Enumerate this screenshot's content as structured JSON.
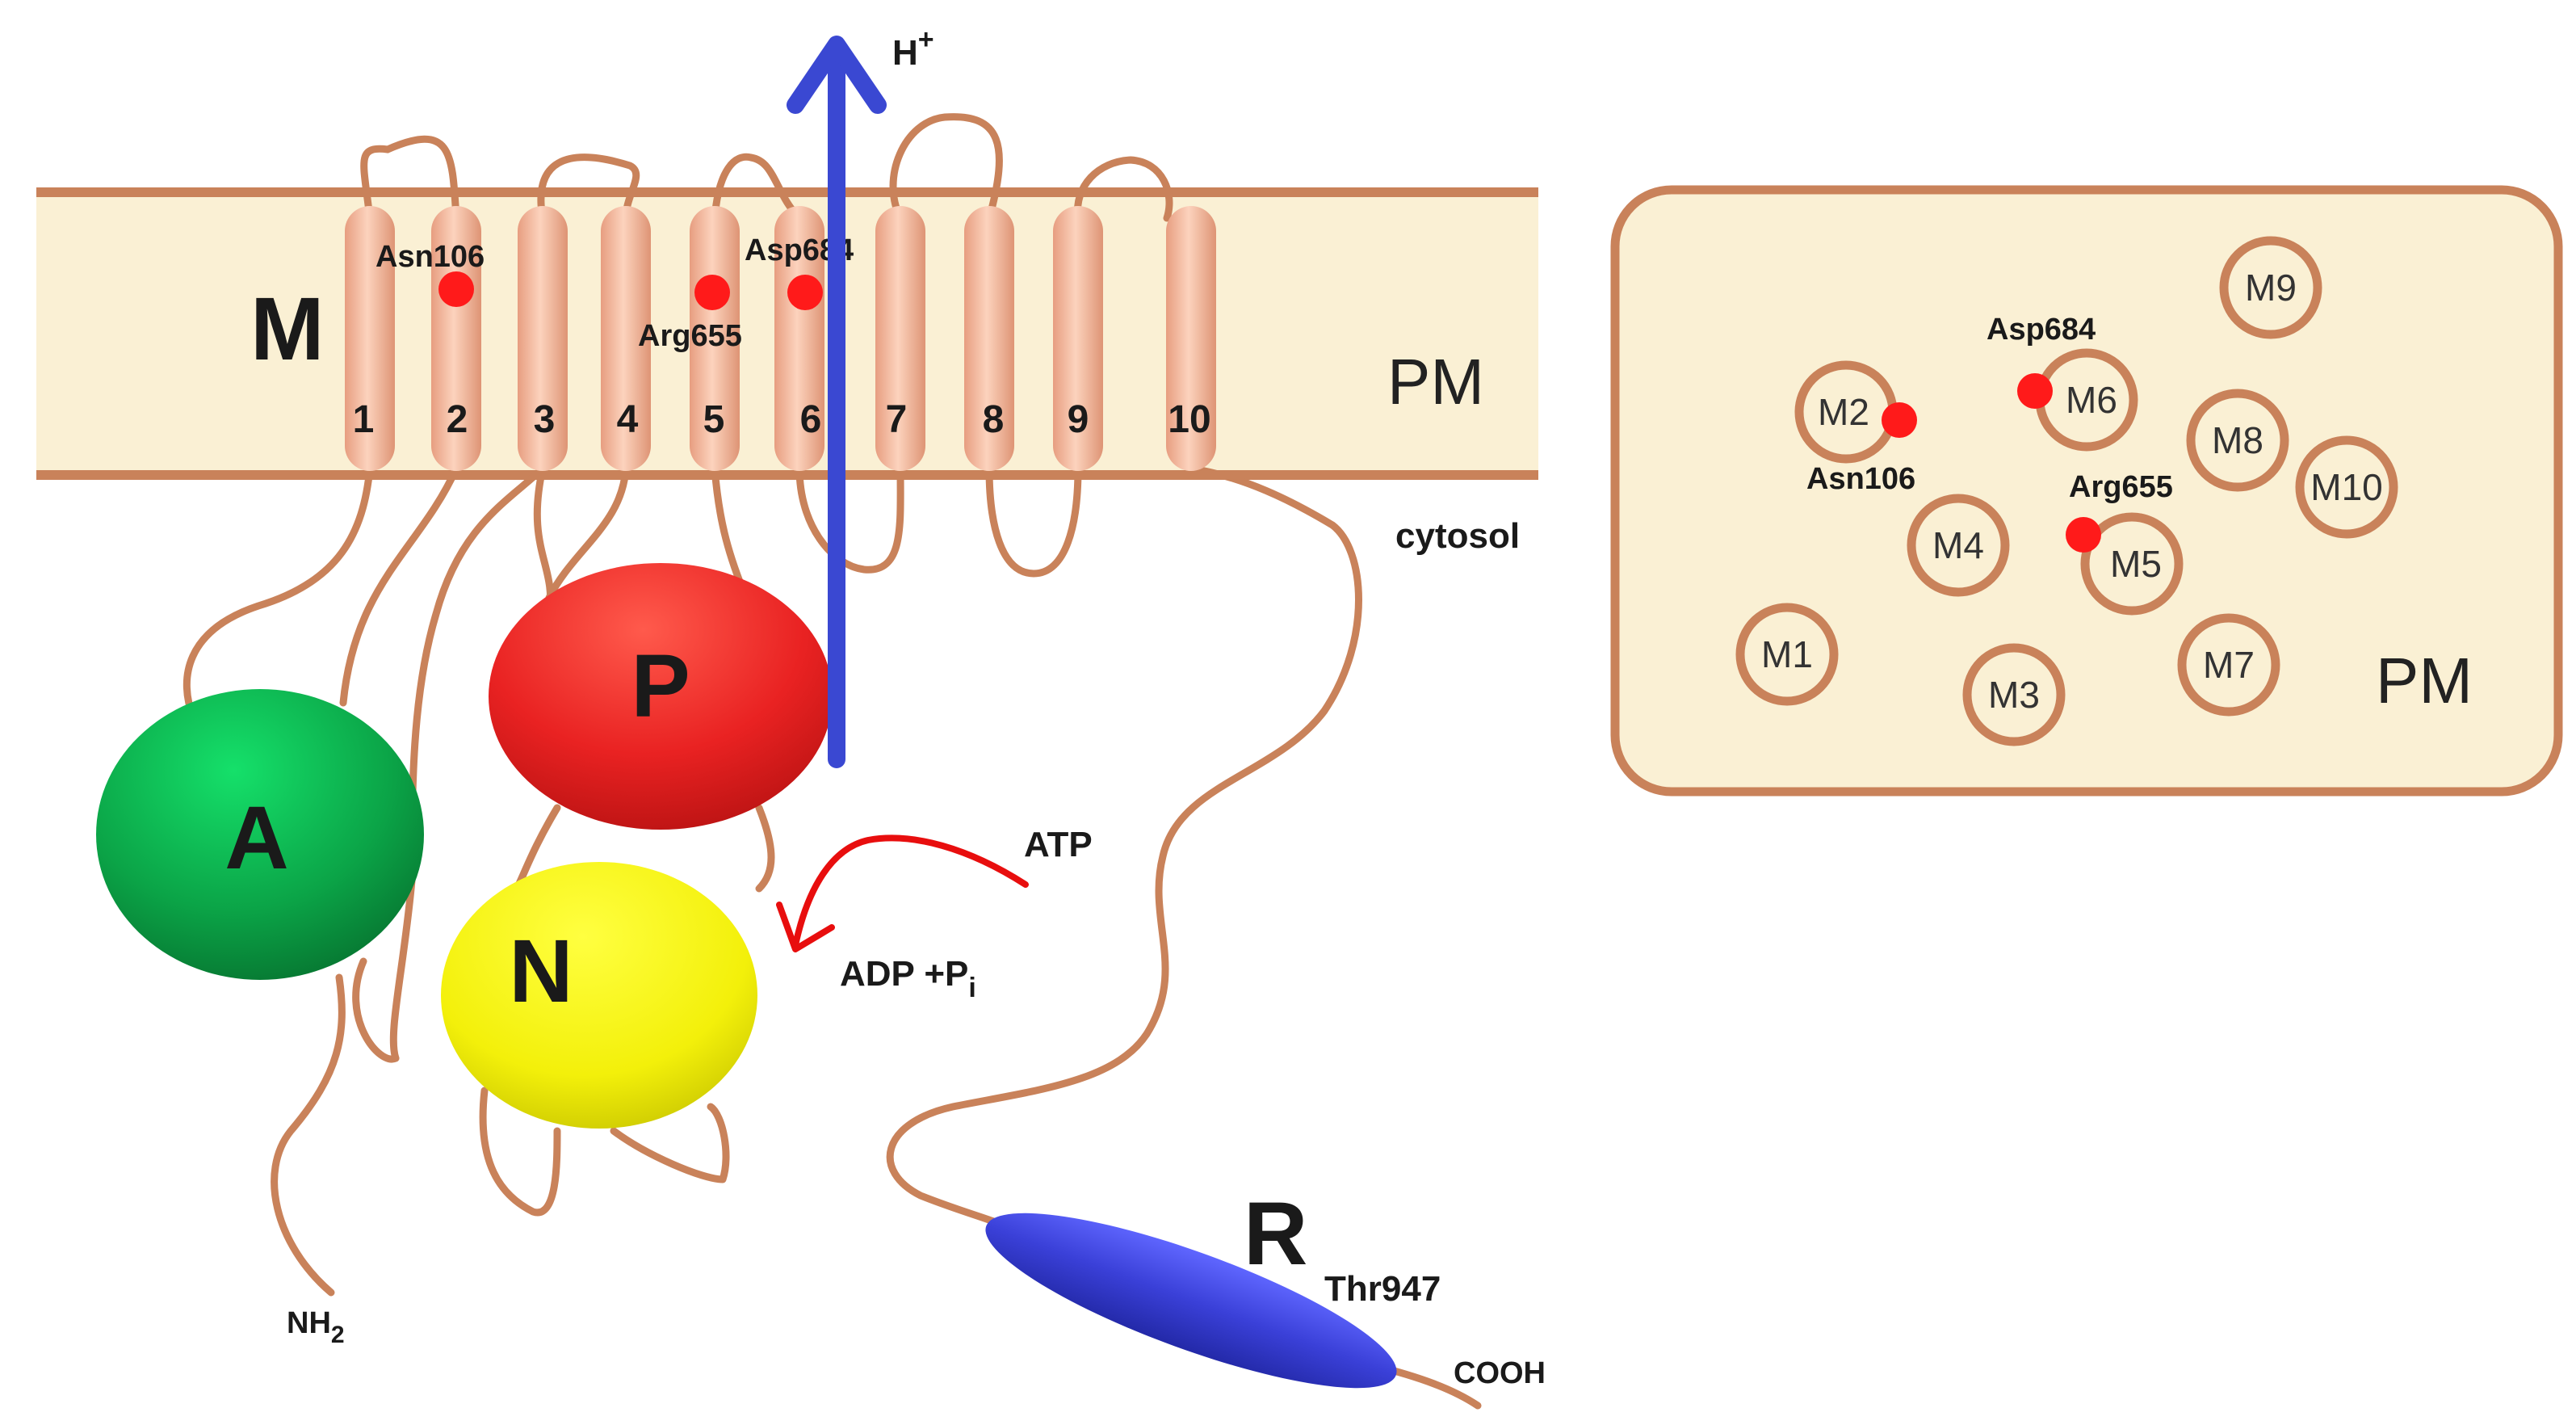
{
  "colors": {
    "membrane_fill": "#faf0d4",
    "membrane_line": "#c9825a",
    "helix": "#f6bca0",
    "loop": "#c9825a",
    "residue": "#ff1a1a",
    "proton_arrow": "#3a48d2",
    "atp_arrow": "#e80e0e",
    "domain_A": "#0b9d3e",
    "domain_P": "#e92222",
    "domain_N": "#f3f00a",
    "domain_R": "#3a3fd4"
  },
  "left_panel": {
    "proton_label": "H",
    "proton_sup": "+",
    "membrane_domain_label": "M",
    "pm_label": "PM",
    "cytosol_label": "cytosol",
    "helix_numbers": [
      "1",
      "2",
      "3",
      "4",
      "5",
      "6",
      "7",
      "8",
      "9",
      "10"
    ],
    "residues": {
      "asn106": "Asn106",
      "arg655": "Arg655",
      "asp684": "Asp684",
      "thr947": "Thr947"
    },
    "domains": {
      "A": "A",
      "P": "P",
      "N": "N",
      "R": "R"
    },
    "atp_label": "ATP",
    "adp_label": "ADP +P",
    "adp_sub": "i",
    "nh2_label": "NH",
    "nh2_sub": "2",
    "cooh_label": "COOH"
  },
  "right_panel": {
    "pm_label": "PM",
    "helices": [
      "M1",
      "M2",
      "M3",
      "M4",
      "M5",
      "M6",
      "M7",
      "M8",
      "M9",
      "M10"
    ],
    "residues": {
      "asn106": "Asn106",
      "arg655": "Arg655",
      "asp684": "Asp684"
    }
  }
}
